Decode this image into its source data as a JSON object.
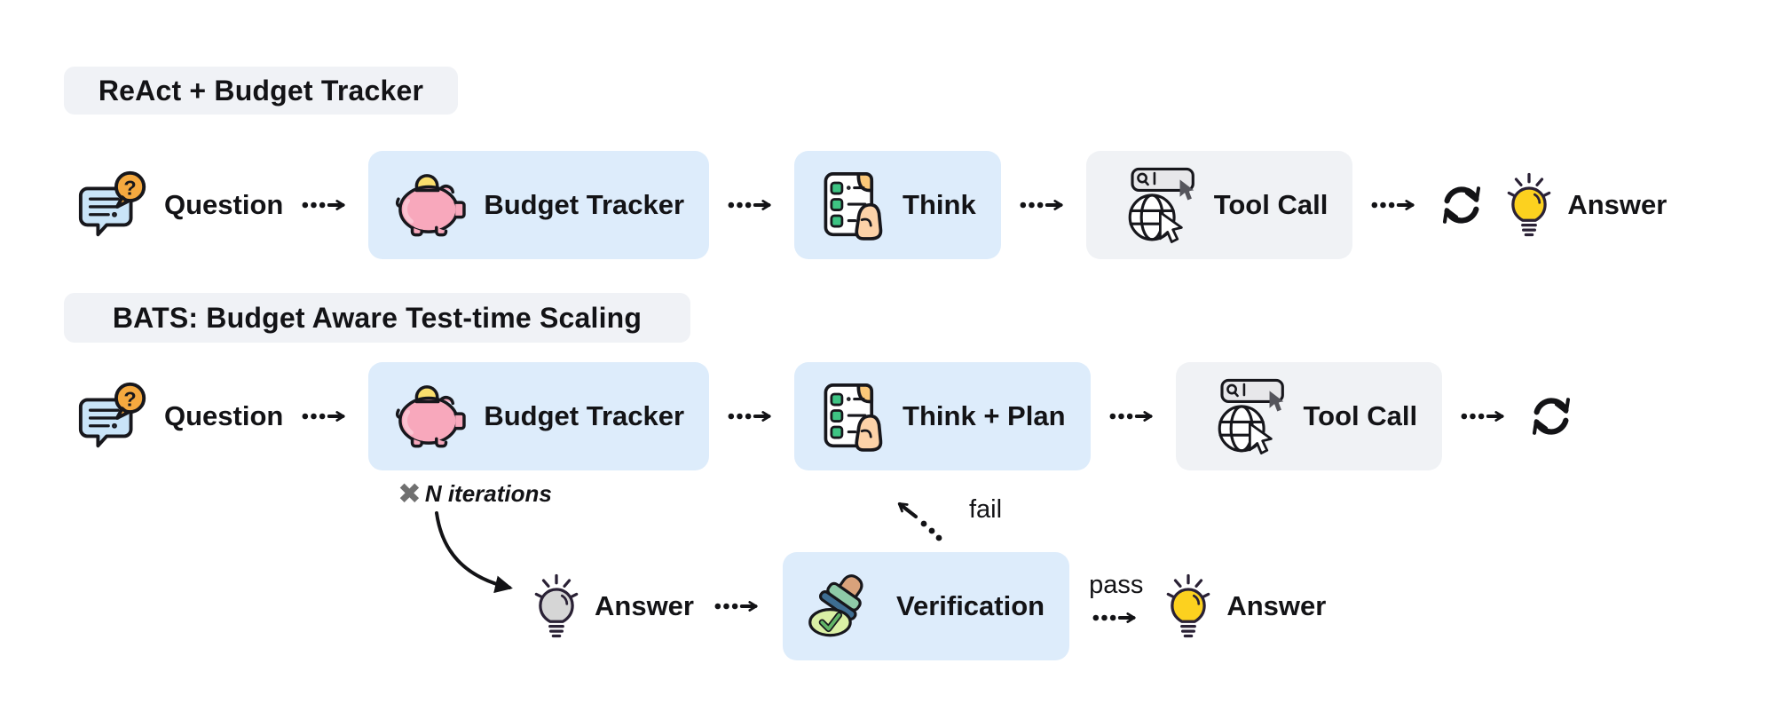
{
  "colors": {
    "node_blue": "#ddecfb",
    "node_gray": "#f0f2f5",
    "pill_bg": "#f0f2f6",
    "text": "#131316",
    "bulb_yellow": "#fcd11f",
    "bulb_gray": "#d6d6d6",
    "x_gray": "#707070"
  },
  "icons": {
    "question": "chat-question-icon",
    "budget_tracker": "piggy-bank-icon",
    "think": "checklist-hand-icon",
    "tool_call": "web-search-cursor-icon",
    "loop": "refresh-loop-icon",
    "answer": "lightbulb-icon",
    "verification": "stamp-check-icon"
  },
  "section1": {
    "title": "ReAct + Budget Tracker",
    "question": "Question",
    "budget_tracker": "Budget Tracker",
    "think": "Think",
    "tool_call": "Tool Call",
    "answer": "Answer"
  },
  "section2": {
    "title": "BATS: Budget Aware Test-time Scaling",
    "question": "Question",
    "budget_tracker": "Budget Tracker",
    "think_plan": "Think + Plan",
    "tool_call": "Tool Call",
    "x_mark": "✖",
    "n_iterations": "N iterations",
    "draft_answer": "Answer",
    "verification": "Verification",
    "fail": "fail",
    "pass": "pass",
    "final_answer": "Answer"
  }
}
